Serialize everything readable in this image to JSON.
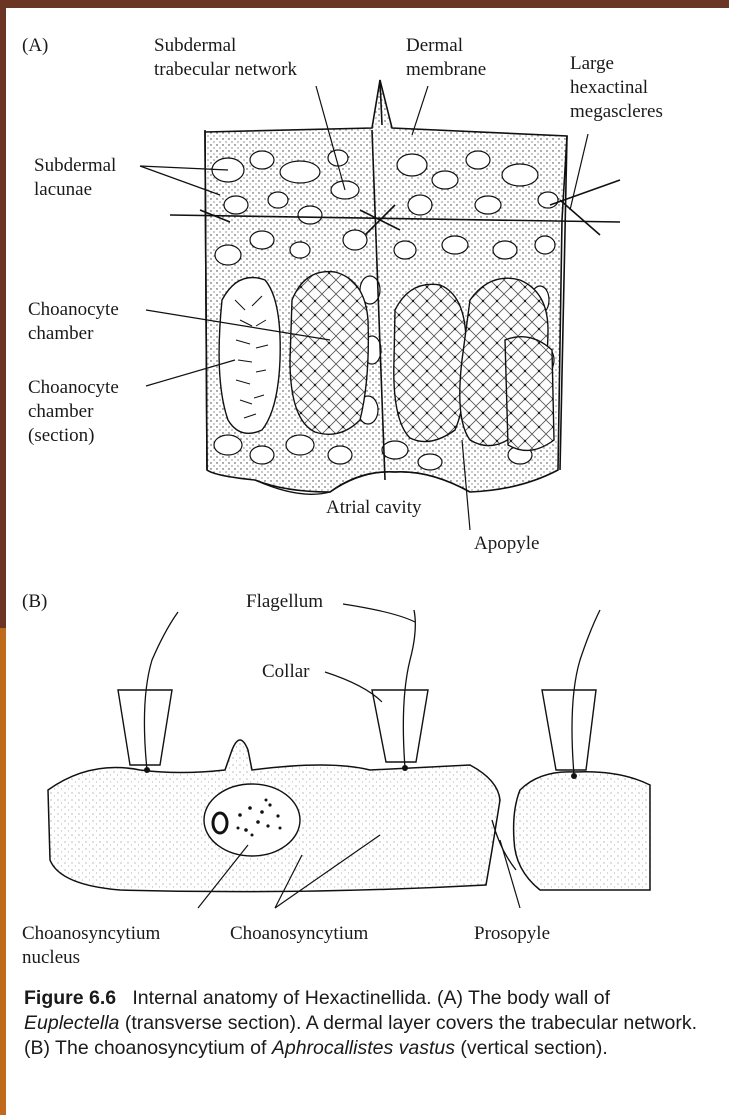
{
  "panel_a": {
    "letter": "(A)",
    "labels": {
      "subdermal_trabecular_network": "Subdermal\ntrabecular network",
      "dermal_membrane": "Dermal\nmembrane",
      "large_hexactinal_megascleres": "Large\nhexactinal\nmegascleres",
      "subdermal_lacunae": "Subdermal\nlacunae",
      "choanocyte_chamber": "Choanocyte\nchamber",
      "choanocyte_chamber_section": "Choanocyte\nchamber\n(section)",
      "atrial_cavity": "Atrial cavity",
      "apopyle": "Apopyle"
    }
  },
  "panel_b": {
    "letter": "(B)",
    "labels": {
      "flagellum": "Flagellum",
      "collar": "Collar",
      "choanosyncytium_nucleus": "Choanosyncytium\nnucleus",
      "choanosyncytium": "Choanosyncytium",
      "prosopyle": "Prosopyle"
    }
  },
  "caption": {
    "figure_label": "Figure 6.6",
    "part1": "Internal anatomy of Hexactinellida. (A) The body wall of ",
    "genus1": "Euplectella",
    "part2": " (transverse section). A dermal layer covers the trabecular network. (B) The choanosyncytium of ",
    "species2": "Aphrocallistes vastus",
    "part3": " (vertical section)."
  }
}
